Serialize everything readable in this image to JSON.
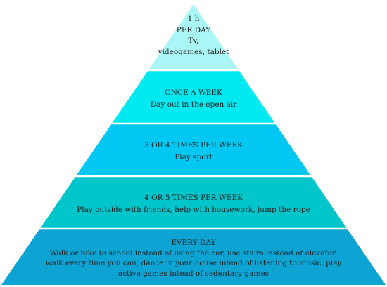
{
  "tiers": [
    {
      "id": "top",
      "color": "#aaf5f5",
      "lines": [
        "1 h",
        "PER DAY",
        "Tv,",
        "videogames, tablet"
      ]
    },
    {
      "id": "once-a-week",
      "color": "#00e8f0",
      "lines": [
        "ONCE A WEEK",
        "Day out in the open air"
      ]
    },
    {
      "id": "3-4-times",
      "color": "#00c8f2",
      "lines": [
        "3 OR 4 TIMES PER WEEK",
        "Play sport"
      ]
    },
    {
      "id": "4-5-times",
      "color": "#00c6cc",
      "lines": [
        "4 OR 5 TIMES PER WEEK",
        "Play  outside with friends, help with housework, jump the rope"
      ]
    },
    {
      "id": "every-day",
      "color": "#0da3d2",
      "lines": [
        "EVERY DAY",
        "Walk or bike to school instead of using the car, use stairs instead of elevator,",
        "walk every time you can, dance in your house intead of listening to music, play",
        "active games intead of sedentary games"
      ]
    }
  ]
}
